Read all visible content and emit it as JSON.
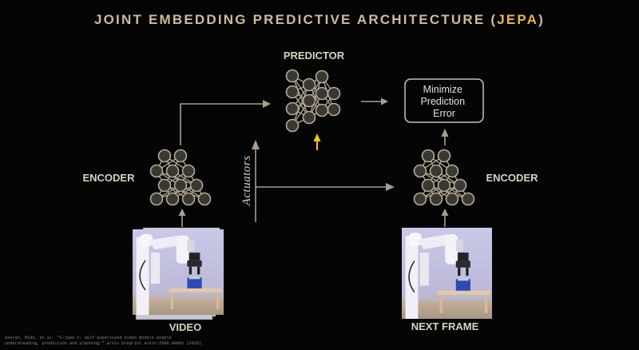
{
  "title": {
    "main": "JOINT EMBEDDING PREDICTIVE ARCHITECTURE ",
    "paren_open": "(",
    "accent": "JEPA",
    "paren_close": ")"
  },
  "predictor": {
    "label": "PREDICTOR"
  },
  "objective": {
    "lines": [
      "Minimize",
      "Prediction",
      "Error"
    ]
  },
  "encoder_left": {
    "label": "ENCODER"
  },
  "encoder_right": {
    "label": "ENCODER"
  },
  "actuators": {
    "label": "Actuators"
  },
  "input_left": {
    "label": "VIDEO"
  },
  "input_right": {
    "label": "NEXT FRAME"
  },
  "citation": {
    "lines": [
      "Assran, Mido, et al. \"V-jepa 2: Self-supervised video models enable",
      "understanding, prediction and planning.\" arXiv preprint arXiv:2506.09985 (2025)."
    ]
  },
  "colors": {
    "background": "#050505",
    "title": "#cdbb9c",
    "accent": "#e8b64a",
    "highlight_arrow": "#f5c518",
    "node_fill": "#3a3835",
    "node_stroke": "#b5aa95"
  }
}
